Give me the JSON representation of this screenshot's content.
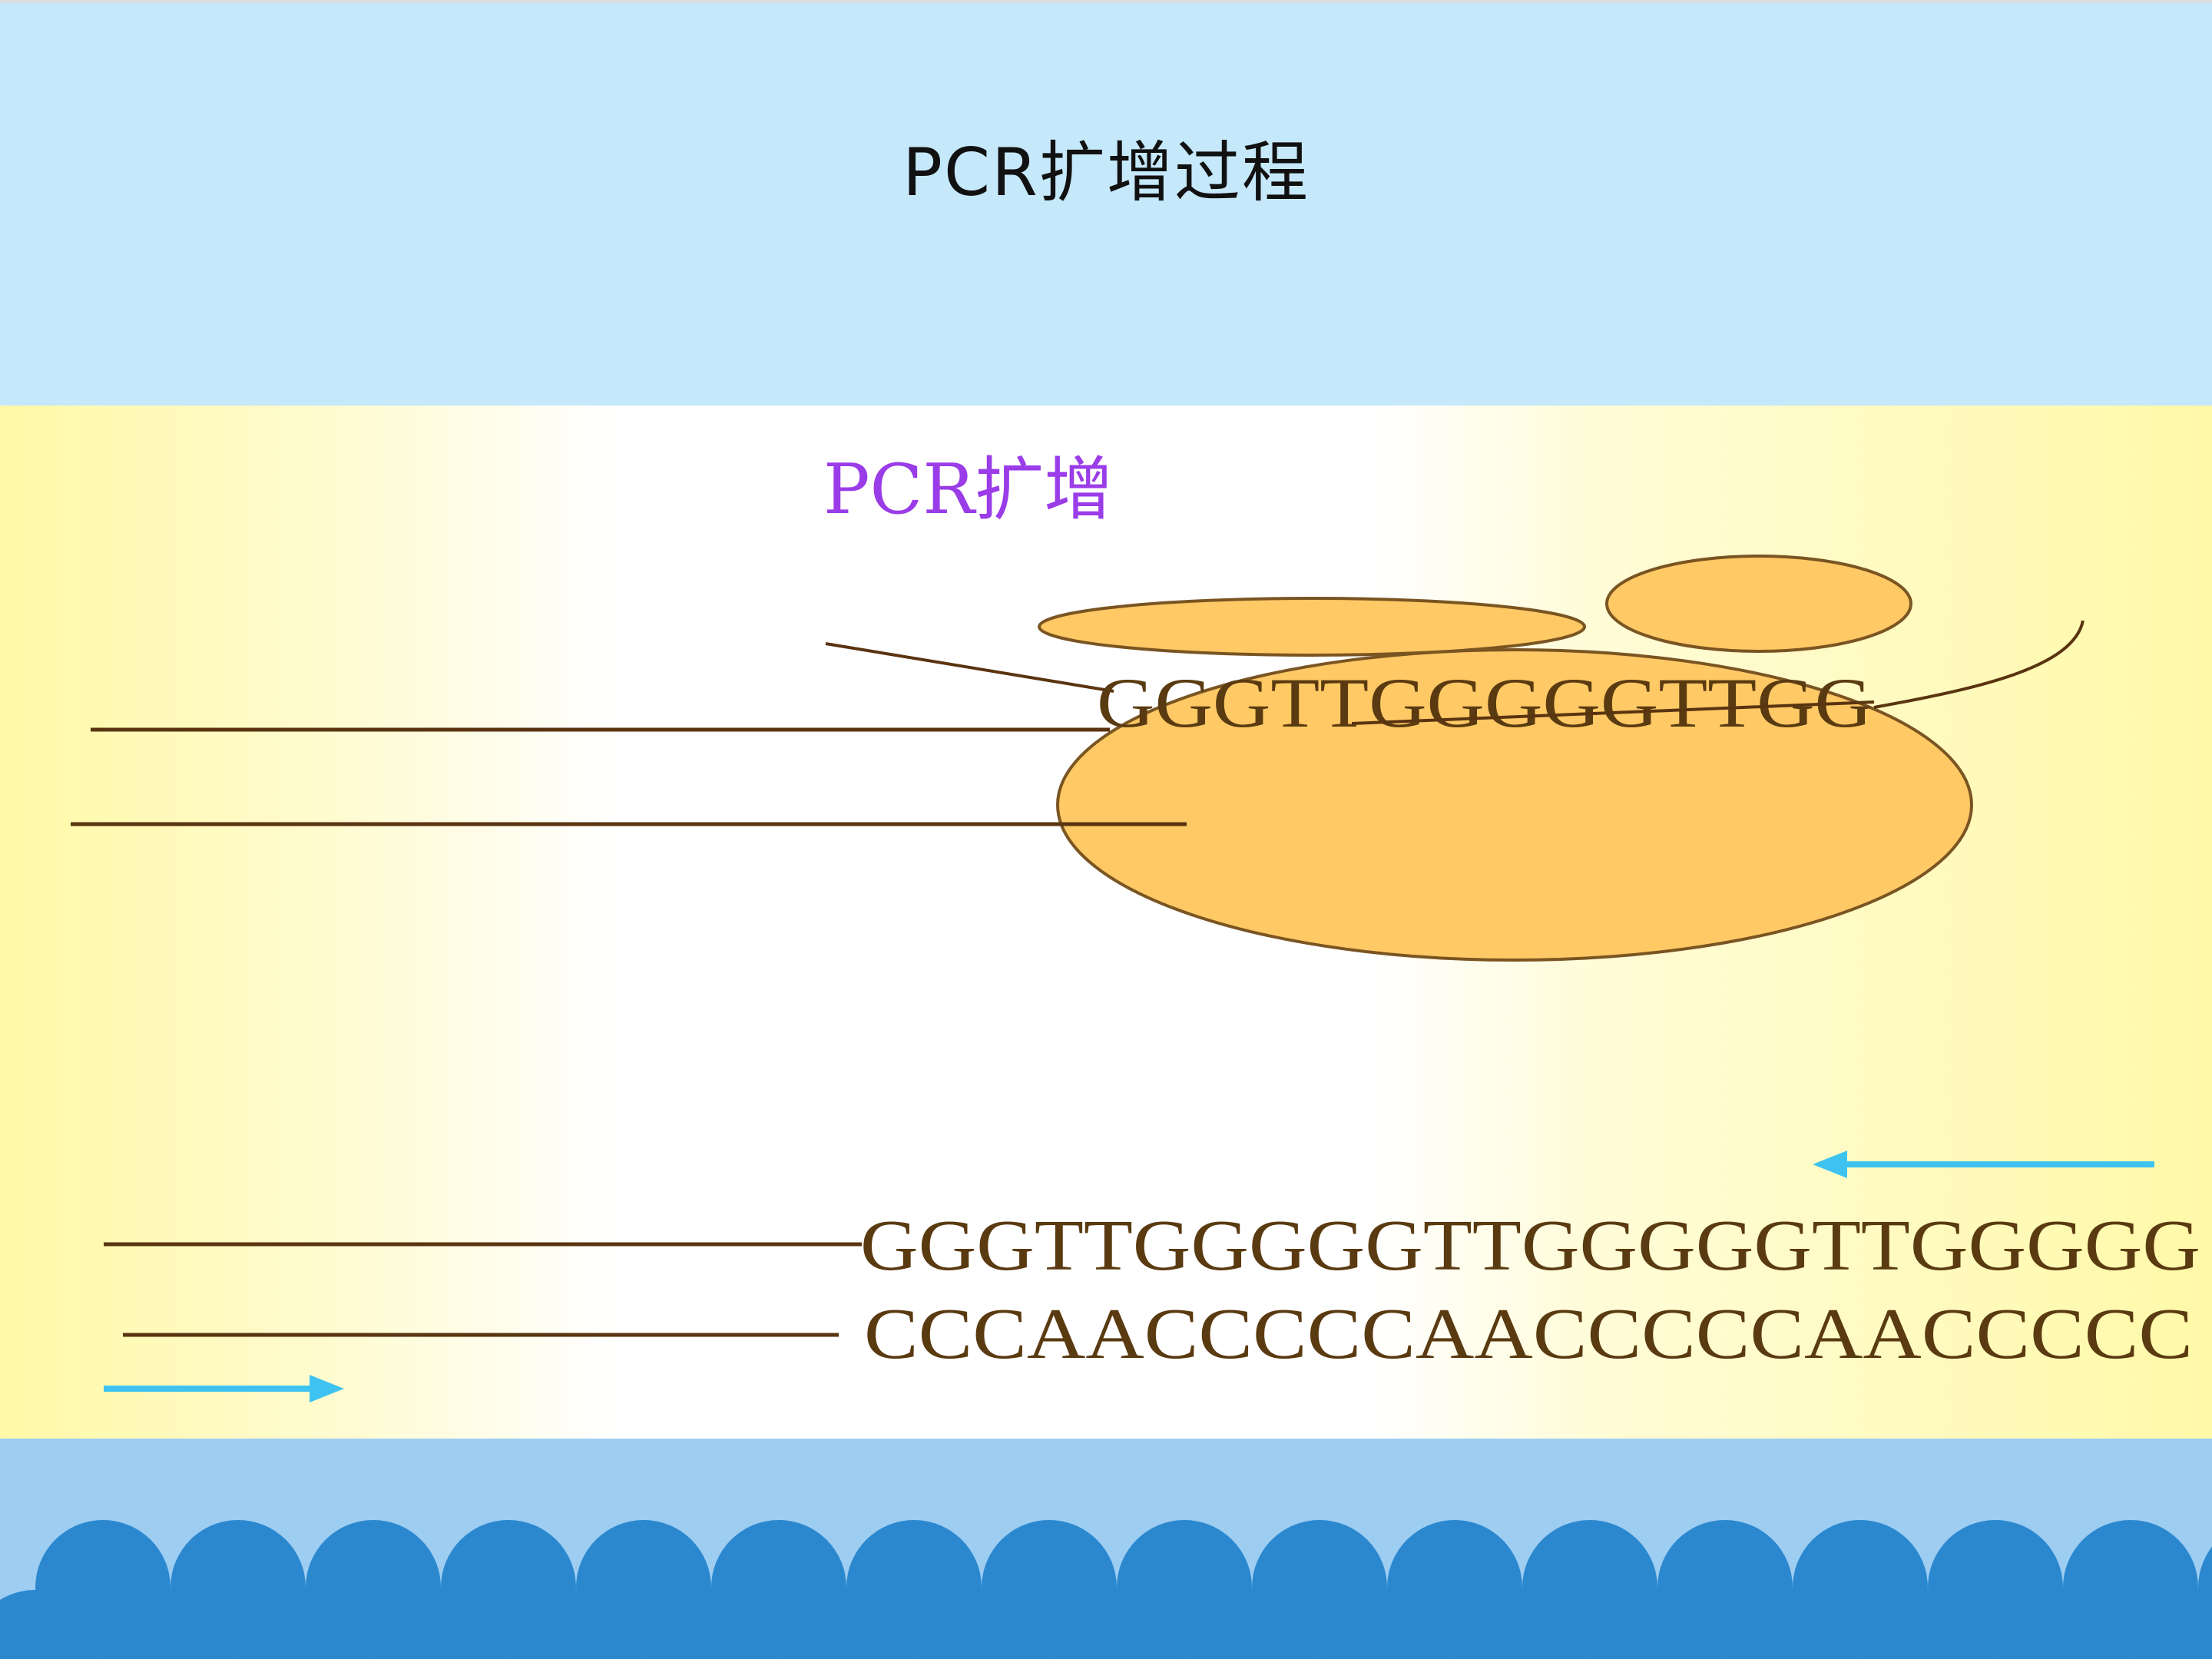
{
  "slide": {
    "title": "PCR扩增过程",
    "subtitle": "PCR扩增"
  },
  "diagram": {
    "top_sequence": "GGGTTGGGGGTTGG",
    "template_top": "GGGTTGGGGGTTGGGGGTTGGGGG",
    "template_bottom": "CCCAACCCCCAACCCCCAACCCCC"
  },
  "colors": {
    "header_bg": "#c6e8fb",
    "content_bg": "#fff9a6",
    "polymerase": "#ffc965",
    "strand": "#5a3410",
    "arrow": "#3ec3f0",
    "subtitle": "#9a3ce8",
    "scallop_dark": "#2b88cf",
    "scallop_light": "#9ecdf2"
  }
}
